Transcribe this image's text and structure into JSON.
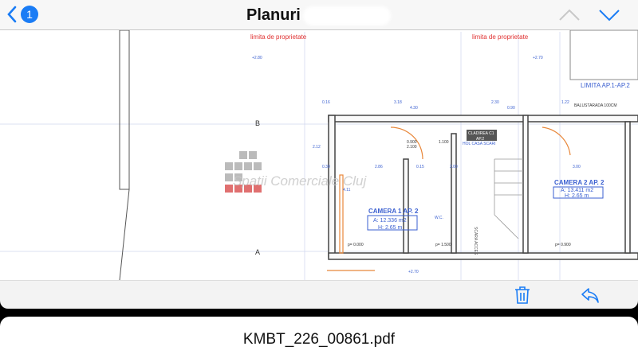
{
  "header": {
    "back_count": "1",
    "title": "Planuri"
  },
  "plan": {
    "property_limit_left": "limita de proprietate",
    "property_limit_right": "limita de proprietate",
    "axis_b": "B",
    "axis_a": "A",
    "limit_label": "LIMITA AP.1-AP.2",
    "railing": "BALUSTARADA 100CM",
    "building_tag_1": "CLADIREA C1",
    "building_tag_2": "AP.2",
    "hall_label": "HOL CASA SCARI",
    "stair_label": "SCARA ACCES",
    "wc_label": "W.C.",
    "room1": {
      "name": "CAMERA 1  AP. 2",
      "area": "A: 12.336 m2",
      "height": "H: 2.65 m"
    },
    "room2": {
      "name": "CAMERA 2  AP. 2",
      "area": "A: 13.411 m2",
      "height": "H: 2.65 m"
    },
    "dims": {
      "d1": "3.18",
      "d2": "4.30",
      "d3": "2.30",
      "d4": "0.90",
      "d5": "2.86",
      "d6": "3.00",
      "d7": "0.30",
      "d8": "0.15",
      "d9": "2.00",
      "d10": "0.900",
      "d11": "2.100",
      "d12": "1.100",
      "d13": "4.11",
      "d14": "2.12",
      "d15": "p= 0.000",
      "d16": "p= 1.500",
      "d17": "p= 0.900",
      "d18": "0.16",
      "d19": "1.22"
    },
    "levels": {
      "l1": "+2.80",
      "l2": "+2.70",
      "l3": "+2.70"
    },
    "watermark": "Spatii Comerciale Cluj"
  },
  "footer": {
    "filename": "KMBT_226_00861.pdf"
  },
  "colors": {
    "accent": "#1a7cf5",
    "dim": "#3a5fd0",
    "red": "#e03030",
    "orange": "#e8873a"
  }
}
